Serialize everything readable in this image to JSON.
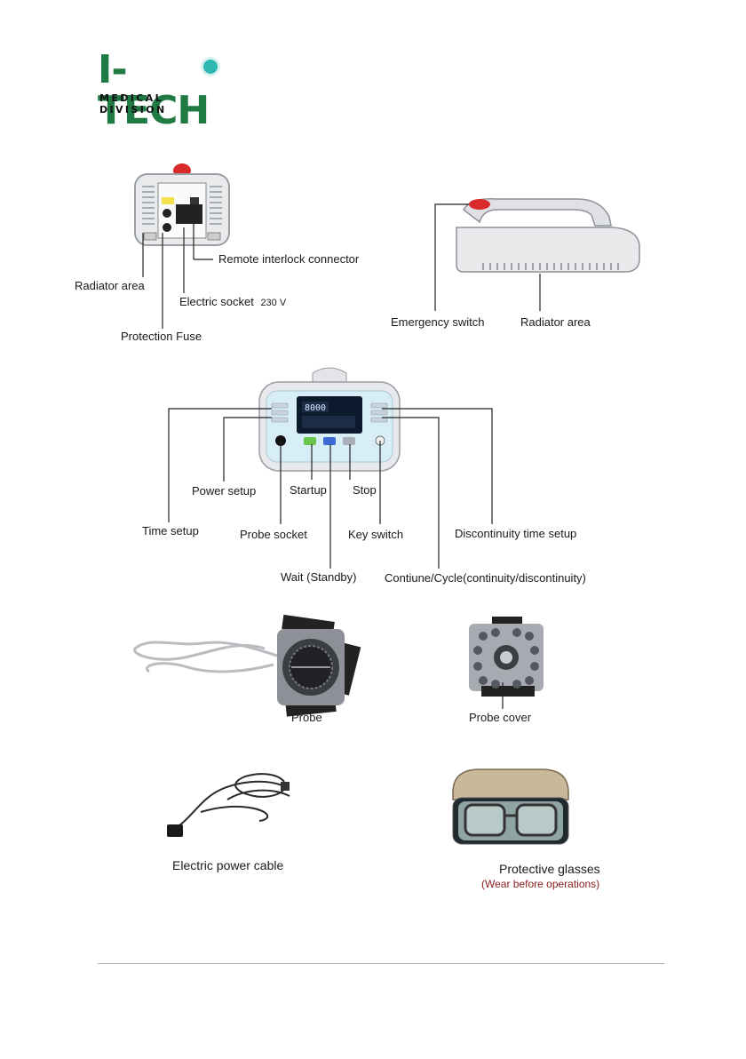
{
  "logo": {
    "main": "I-TECH",
    "sub": "MEDICAL DIVISION"
  },
  "rear_view": {
    "radiator_area": "Radiator area",
    "remote_interlock": "Remote interlock connector",
    "electric_socket": "Electric socket",
    "voltage": "230 V",
    "protection_fuse": "Protection  Fuse"
  },
  "side_view": {
    "emergency_switch": "Emergency switch",
    "radiator_area": "Radiator area"
  },
  "front_panel": {
    "display_value": "8000",
    "power_setup": "Power setup",
    "startup": "Startup",
    "stop": "Stop",
    "time_setup": "Time setup",
    "probe_socket": "Probe socket",
    "key_switch": "Key switch",
    "discontinuity_time_setup": "Discontinuity time setup",
    "wait": "Wait (Standby)",
    "continue_cycle": "Contiune/Cycle(continuity/discontinuity)"
  },
  "accessories": {
    "probe": "Probe",
    "probe_cover": "Probe cover",
    "power_cable": "Electric power cable",
    "glasses": "Protective glasses",
    "glasses_note": "(Wear before operations)"
  },
  "colors": {
    "logo_green": "#1f7a44",
    "logo_dot": "#2fb8b0",
    "note_red": "#8b1a1a",
    "emergency_red": "#d92b2b"
  }
}
